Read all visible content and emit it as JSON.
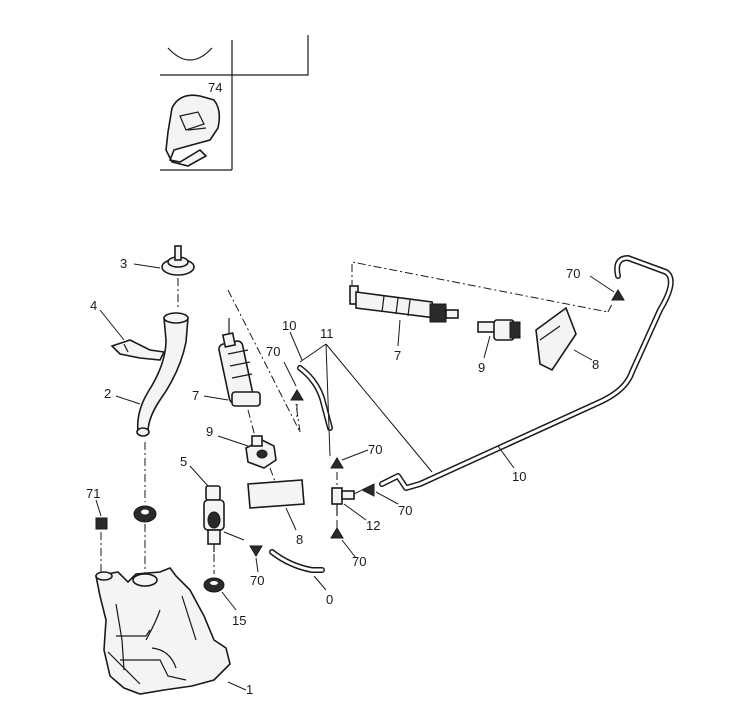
{
  "callouts": {
    "c74": "74",
    "c3": "3",
    "c4": "4",
    "c2": "2",
    "c71": "71",
    "c1": "1",
    "c7a": "7",
    "c9a": "9",
    "c5": "5",
    "c8a": "8",
    "c15": "15",
    "c70a": "70",
    "c10a": "10",
    "c70b": "70",
    "c11": "11",
    "c70c": "70",
    "c70d": "70",
    "c12": "12",
    "c70e": "70",
    "c0": "0",
    "c7b": "7",
    "c9b": "9",
    "c8b": "8",
    "c70f": "70",
    "c10b": "10"
  }
}
